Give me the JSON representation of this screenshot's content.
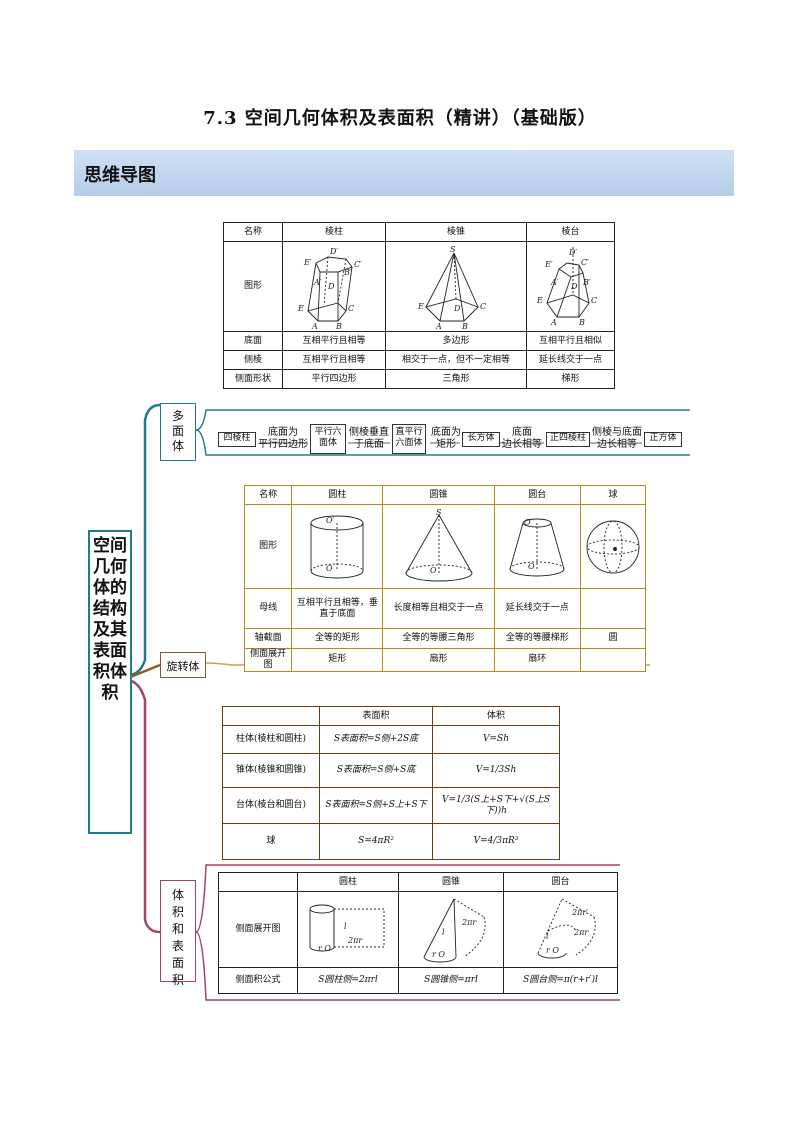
{
  "page_title": "7.3  空间几何体积及表面积（精讲）（基础版）",
  "banner": "思维导图",
  "root_node": "空间几何体的结构及其表面积体积",
  "branches": {
    "polyhedron": "多面体",
    "rotation": "旋转体",
    "volume": "体积和表面积"
  },
  "table_polyhedra": {
    "headers": [
      "名称",
      "棱柱",
      "棱锥",
      "棱台"
    ],
    "row_figure": "图形",
    "rows": [
      [
        "底面",
        "互相平行且相等",
        "多边形",
        "互相平行且相似"
      ],
      [
        "侧棱",
        "互相平行且相等",
        "相交于一点，但不一定相等",
        "延长线交于一点"
      ],
      [
        "侧面形状",
        "平行四边形",
        "三角形",
        "梯形"
      ]
    ]
  },
  "prism_chain": {
    "nodes": [
      "四棱柱",
      "平行六面体",
      "直平行六面体",
      "长方体",
      "正四棱柱",
      "正方体"
    ],
    "edge_labels": [
      [
        "底面为",
        "平行四边形"
      ],
      [
        "侧棱垂直",
        "于底面"
      ],
      [
        "底面为",
        "矩形"
      ],
      [
        "底面",
        "边长相等"
      ],
      [
        "侧棱与底面",
        "边长相等"
      ]
    ]
  },
  "table_rotation": {
    "headers": [
      "名称",
      "圆柱",
      "圆锥",
      "圆台",
      "球"
    ],
    "row_figure": "图形",
    "rows": [
      [
        "母线",
        "互相平行且相等，垂直于底面",
        "长度相等且相交于一点",
        "延长线交于一点",
        ""
      ],
      [
        "轴截面",
        "全等的矩形",
        "全等的等腰三角形",
        "全等的等腰梯形",
        "圆"
      ],
      [
        "侧面展开图",
        "矩形",
        "扇形",
        "扇环",
        ""
      ]
    ]
  },
  "table_formulas": {
    "headers": [
      "",
      "表面积",
      "体积"
    ],
    "rows": [
      [
        "柱体(棱柱和圆柱)",
        "S表面积=S侧+2S底",
        "V=Sh"
      ],
      [
        "锥体(棱锥和圆锥)",
        "S表面积=S侧+S底",
        "V=1/3Sh"
      ],
      [
        "台体(棱台和圆台)",
        "S表面积=S侧+S上+S下",
        "V=1/3(S上+S下+√(S上S下))h"
      ],
      [
        "球",
        "S=4πR²",
        "V=4/3πR³"
      ]
    ]
  },
  "table_lateral": {
    "headers": [
      "",
      "圆柱",
      "圆锥",
      "圆台"
    ],
    "row_figure": "侧面展开图",
    "row_formula_label": "侧面积公式",
    "formulas": [
      "S圆柱侧=2πrl",
      "S圆锥侧=πrl",
      "S圆台侧=π(r+r′)l"
    ]
  }
}
